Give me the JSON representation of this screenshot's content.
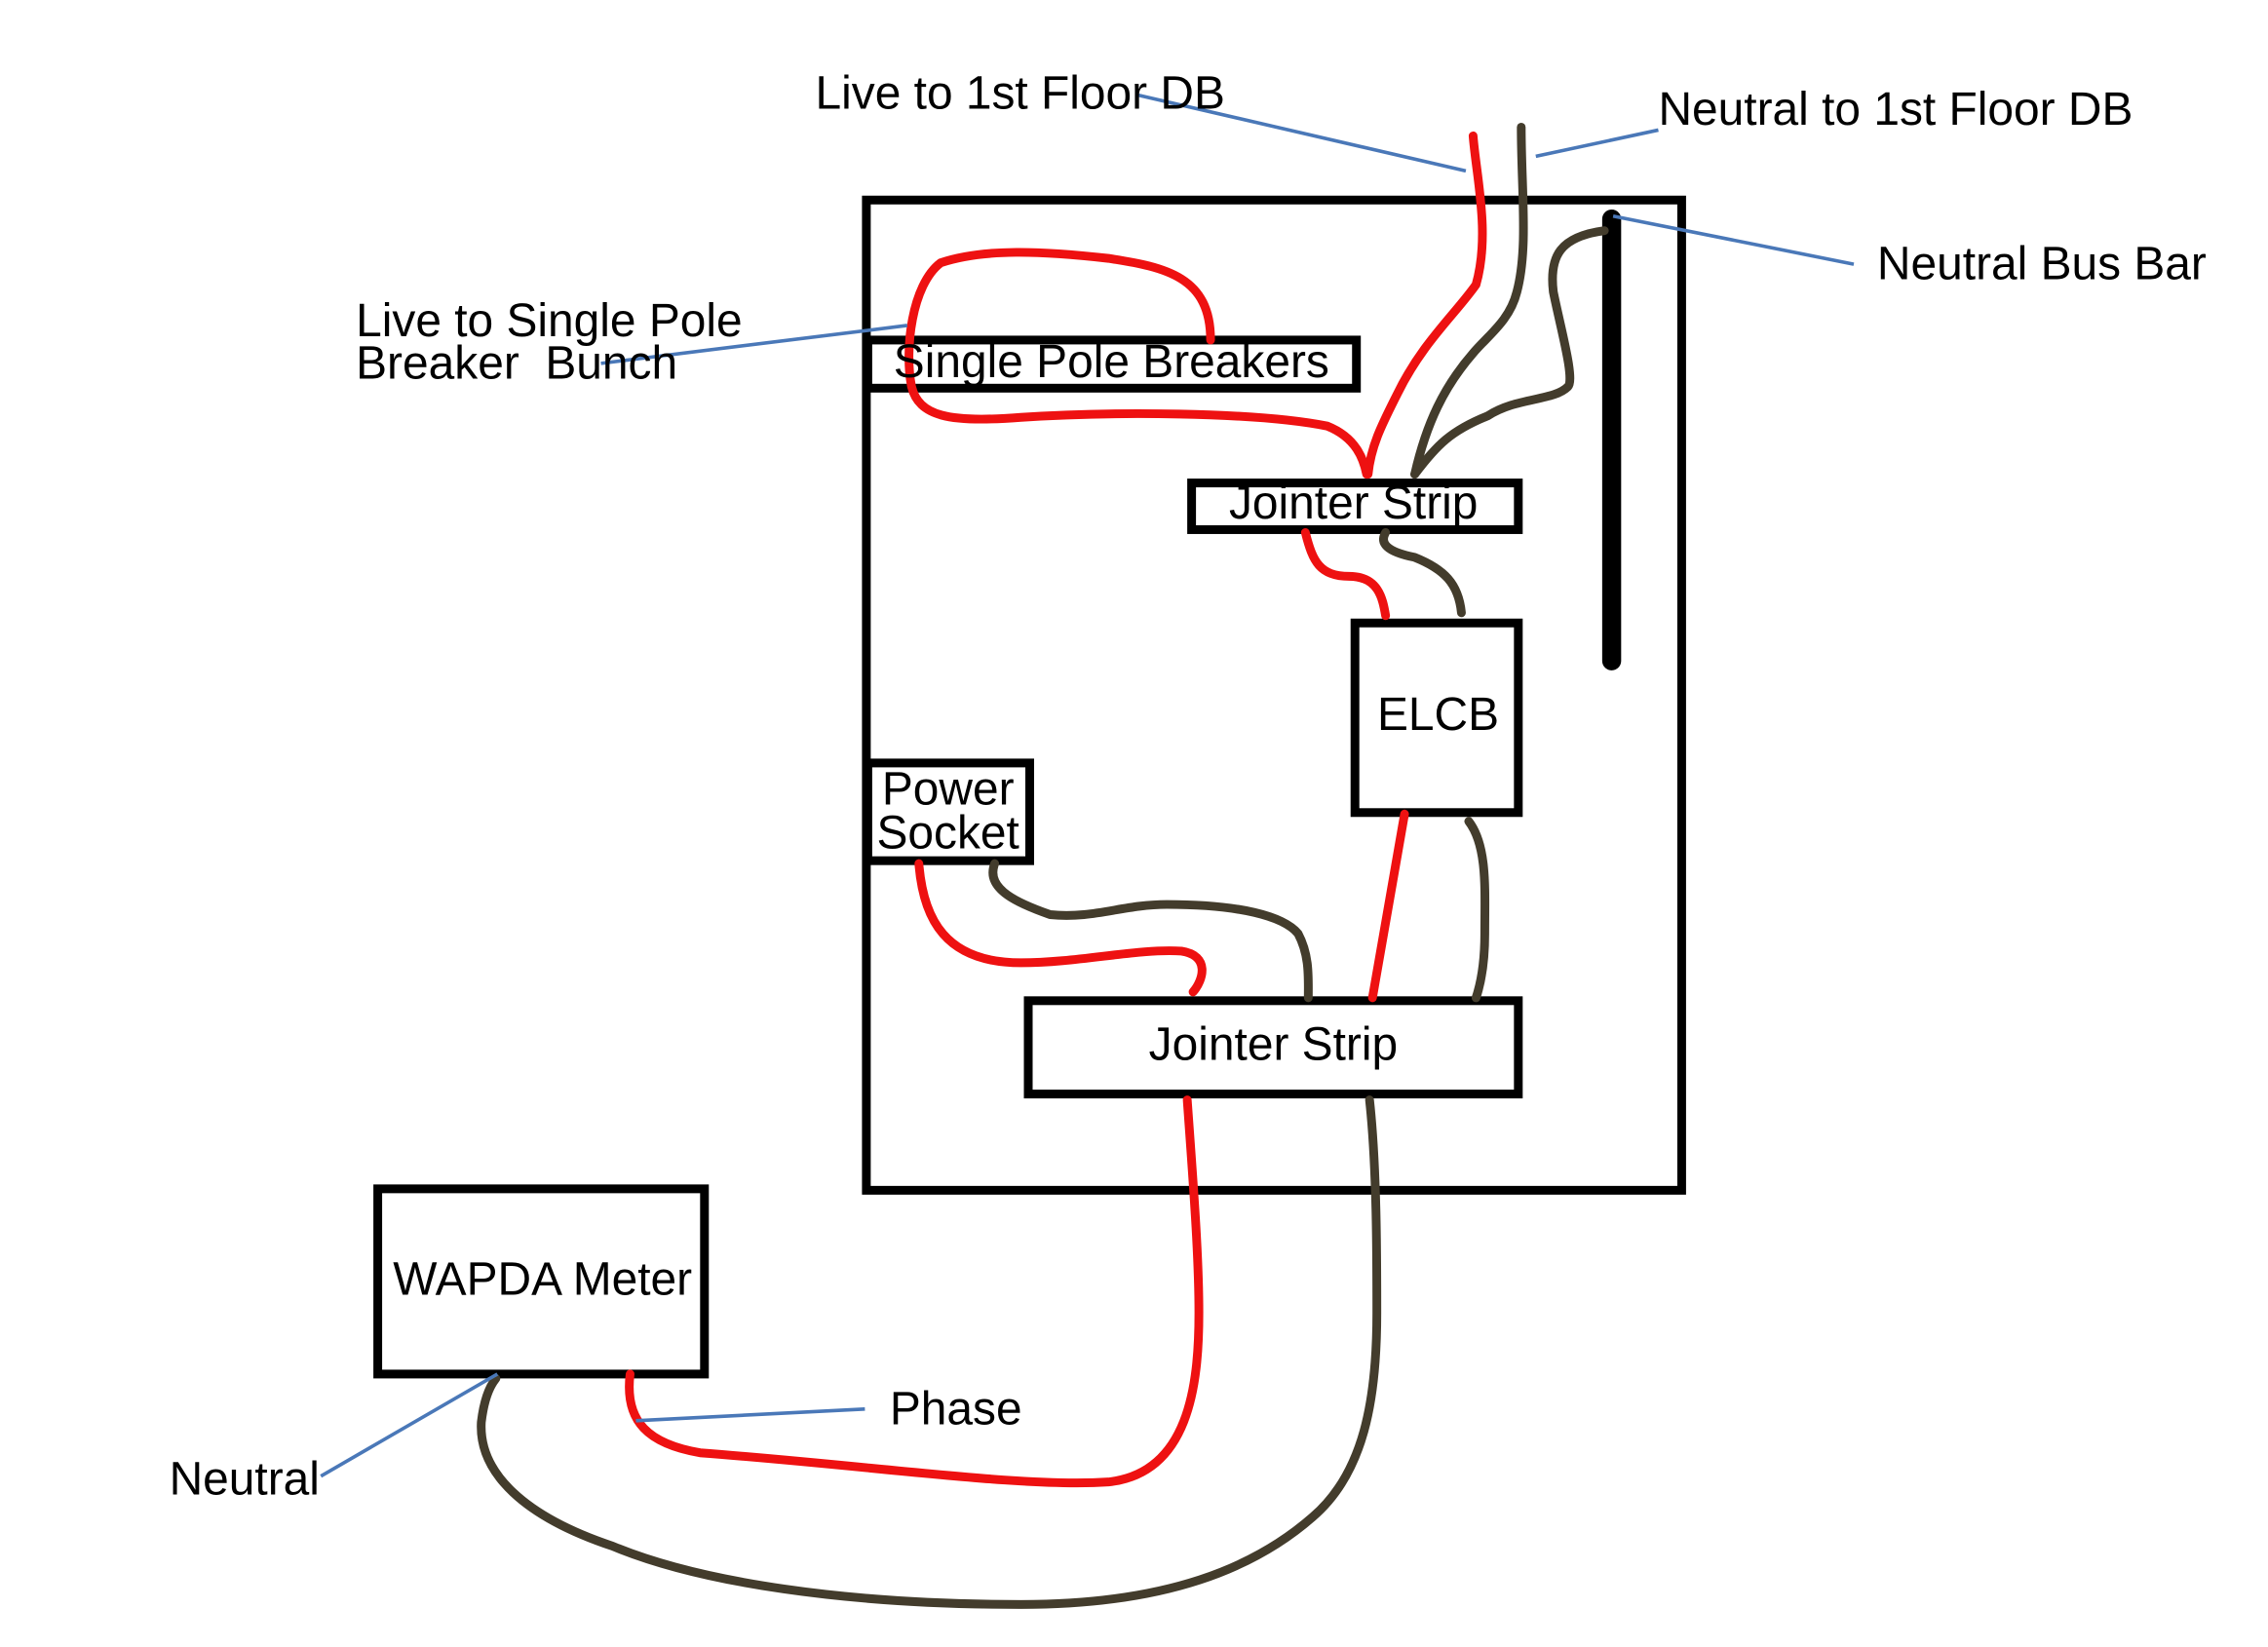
{
  "colors": {
    "live_wire": "#ee1111",
    "neutral_wire": "#433c2c",
    "leader_line": "#4a78b8",
    "outline": "#000000"
  },
  "components": {
    "single_pole_breakers": "Single Pole Breakers",
    "jointer_strip_top": "Jointer Strip",
    "elcb": "ELCB",
    "power_socket_line1": "Power",
    "power_socket_line2": "Socket",
    "jointer_strip_bottom": "Jointer Strip",
    "wapda_meter": "WAPDA Meter"
  },
  "annotations": {
    "live_to_first_floor": "Live to 1st Floor DB",
    "neutral_to_first_floor": "Neutral to 1st Floor DB",
    "neutral_bus_bar": "Neutral Bus Bar",
    "live_to_breakers_line1": "Live to Single Pole",
    "live_to_breakers_line2": "Breaker  Bunch",
    "phase": "Phase",
    "neutral": "Neutral"
  }
}
